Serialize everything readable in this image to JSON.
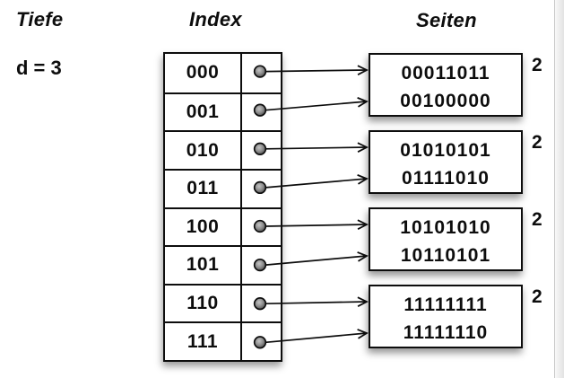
{
  "headers": {
    "tiefe": "Tiefe",
    "index": "Index",
    "seiten": "Seiten"
  },
  "depth": {
    "value": "d = 3"
  },
  "index_table": {
    "rows": [
      {
        "key": "000"
      },
      {
        "key": "001"
      },
      {
        "key": "010"
      },
      {
        "key": "011"
      },
      {
        "key": "100"
      },
      {
        "key": "101"
      },
      {
        "key": "110"
      },
      {
        "key": "111"
      }
    ]
  },
  "pages": [
    {
      "entries": [
        "00011011",
        "00100000"
      ],
      "local_depth": "2"
    },
    {
      "entries": [
        "01010101",
        "01111010"
      ],
      "local_depth": "2"
    },
    {
      "entries": [
        "10101010",
        "10110101"
      ],
      "local_depth": "2"
    },
    {
      "entries": [
        "11111111",
        "11111110"
      ],
      "local_depth": "2"
    }
  ],
  "colors": {
    "ink": "#0d0d0d",
    "dot_fill_center": "#bdbdbd",
    "dot_fill_edge": "#4f4f4f",
    "background": "#ffffff"
  }
}
